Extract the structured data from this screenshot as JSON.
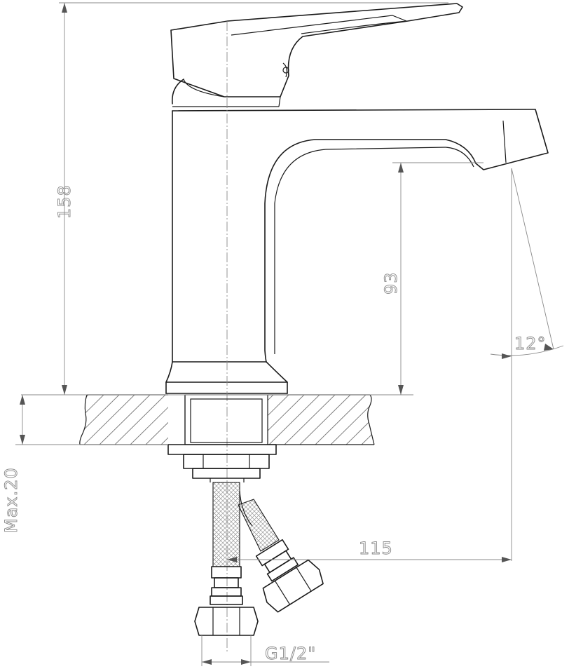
{
  "dimensions": {
    "total_height": "158",
    "spout_height": "93",
    "spout_reach": "115",
    "spout_angle": "12°",
    "max_thickness": "Max.20",
    "thread": "G1/2\""
  }
}
